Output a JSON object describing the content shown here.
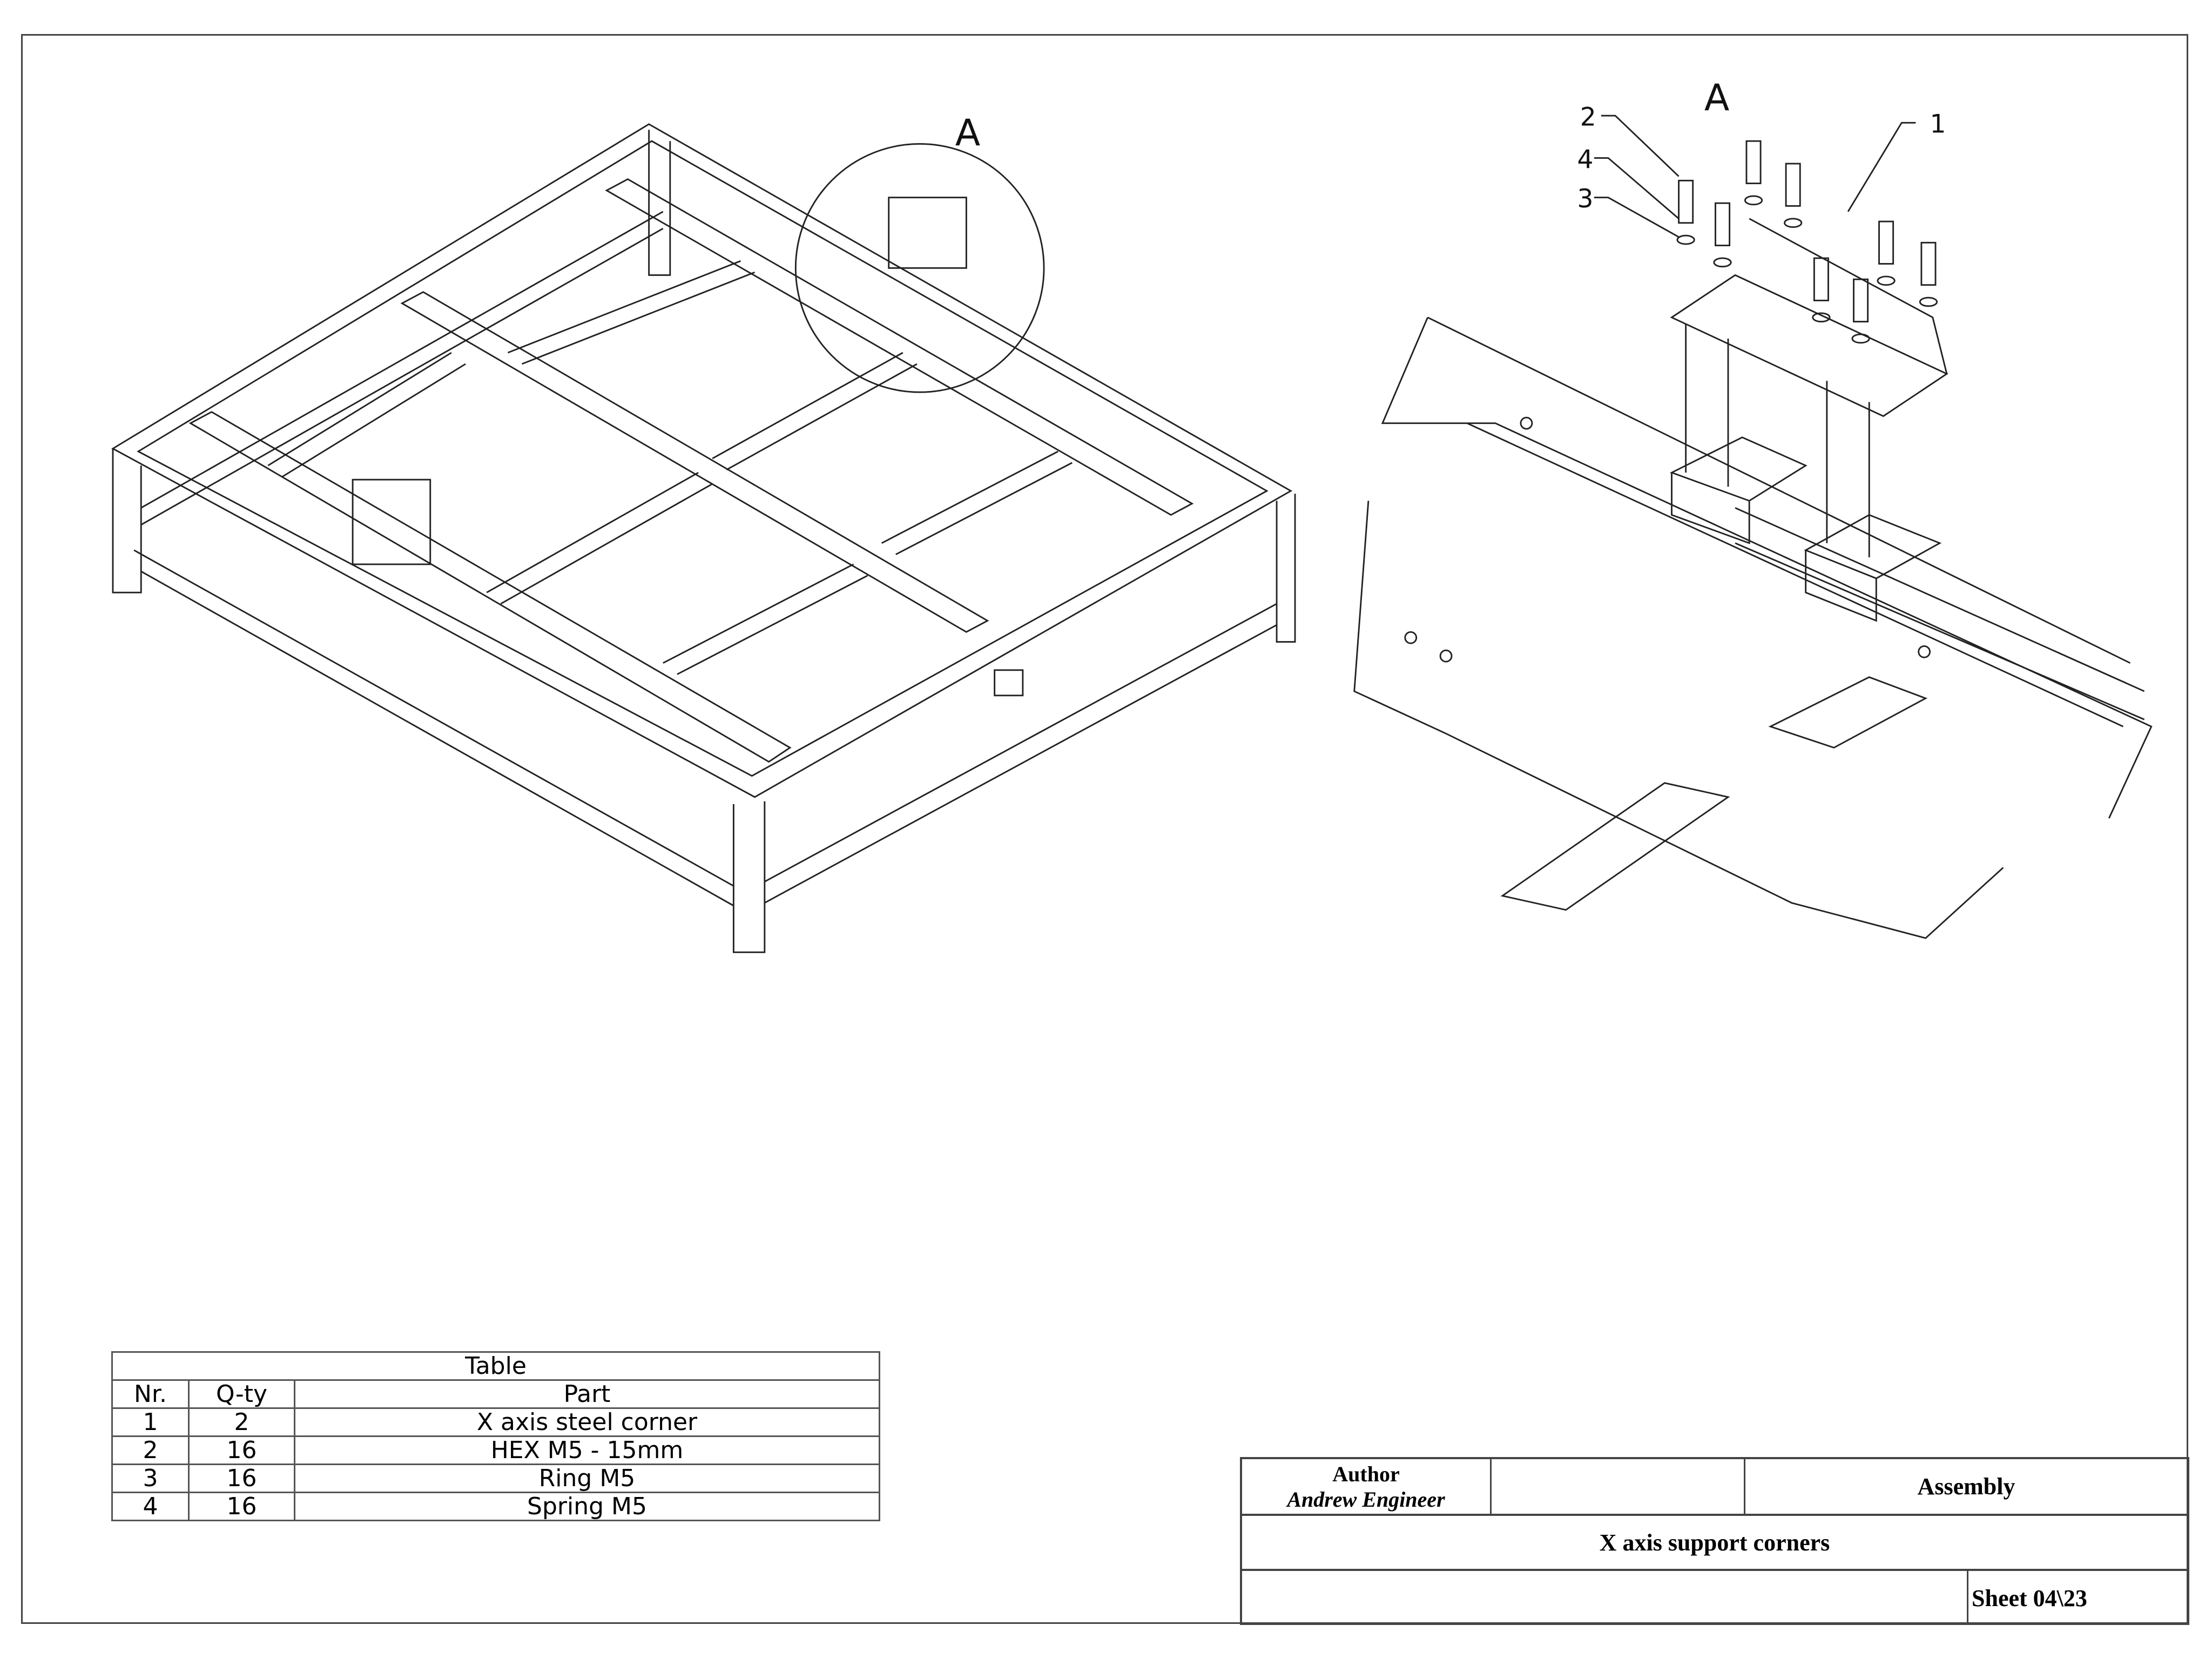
{
  "drawing": {
    "detail_label_overview": "A",
    "detail_label_view": "A",
    "balloons": [
      "1",
      "2",
      "3",
      "4"
    ]
  },
  "parts_table": {
    "title": "Table",
    "headers": [
      "Nr.",
      "Q-ty",
      "Part"
    ],
    "rows": [
      {
        "nr": "1",
        "qty": "2",
        "part": "X axis steel corner"
      },
      {
        "nr": "2",
        "qty": "16",
        "part": "HEX M5 - 15mm"
      },
      {
        "nr": "3",
        "qty": "16",
        "part": "Ring M5"
      },
      {
        "nr": "4",
        "qty": "16",
        "part": "Spring M5"
      }
    ]
  },
  "title_block": {
    "author_label": "Author",
    "author_name": "Andrew Engineer",
    "document_type": "Assembly",
    "title": "X axis support corners",
    "sheet": "Sheet  04\\23"
  }
}
